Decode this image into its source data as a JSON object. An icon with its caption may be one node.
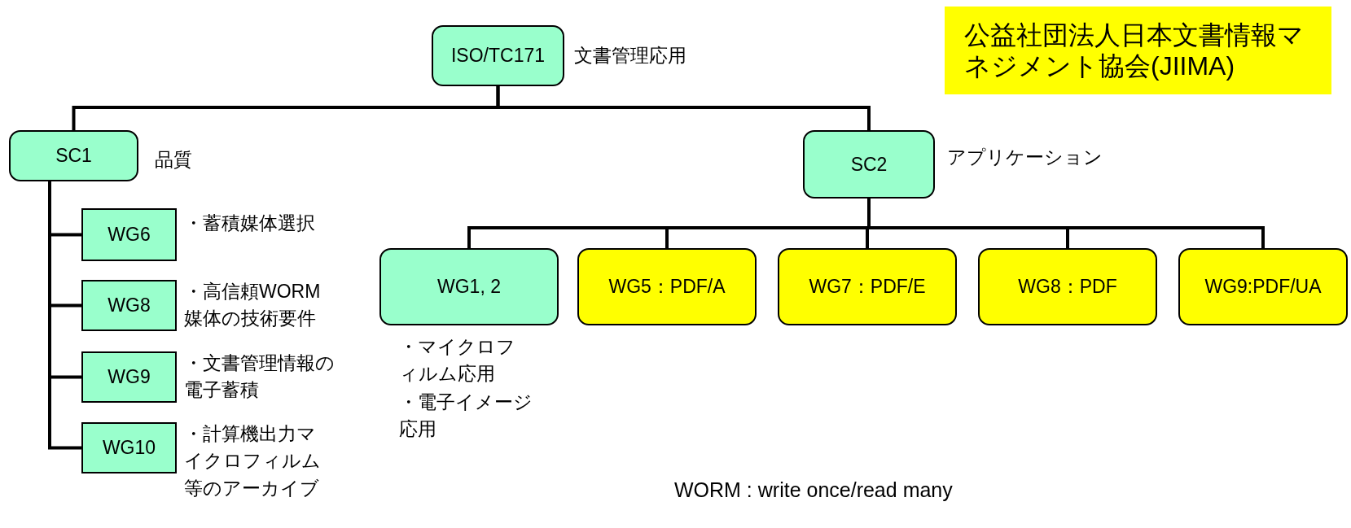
{
  "diagram": {
    "nodes": [
      {
        "text": [
          "ISO/TC171"
        ],
        "beside": [
          "文書管理応用"
        ]
      },
      {
        "text": [
          "公益社団法人日本文書情報マネジメント協会(JIIMA)"
        ]
      },
      {
        "text": [
          "SC1"
        ],
        "beside": [
          "品質"
        ]
      },
      {
        "text": [
          "SC2"
        ],
        "beside": [
          "アプリケーション"
        ]
      },
      {
        "text": [
          "WG6"
        ],
        "beside": [
          "・蓄積媒体選択"
        ]
      },
      {
        "text": [
          "WG8"
        ],
        "beside": [
          "・高信頼WORM媒体の技術要件"
        ]
      },
      {
        "text": [
          "WG9"
        ],
        "beside": [
          "・文書管理情報の電子蓄積"
        ]
      },
      {
        "text": [
          "WG10"
        ],
        "beside": [
          "・計算機出力マイクロフィルム等のアーカイブ"
        ]
      },
      {
        "text": [
          "WG1, 2"
        ],
        "beside": [
          "・マイクロフィルム応用",
          "・電子イメージ応用"
        ]
      },
      {
        "text": [
          "WG5：PDF/A"
        ]
      },
      {
        "text": [
          "WG7：PDF/E"
        ]
      },
      {
        "text": [
          "WG8：PDF"
        ]
      },
      {
        "text": [
          "WG9:PDF/UA"
        ]
      }
    ],
    "edges": [
      {
        "from": 0,
        "to": 2,
        "arrow": "none"
      },
      {
        "from": 0,
        "to": 3,
        "arrow": "none"
      },
      {
        "from": 2,
        "to": 4,
        "arrow": "none"
      },
      {
        "from": 2,
        "to": 5,
        "arrow": "none"
      },
      {
        "from": 2,
        "to": 6,
        "arrow": "none"
      },
      {
        "from": 2,
        "to": 7,
        "arrow": "none"
      },
      {
        "from": 3,
        "to": 8,
        "arrow": "none"
      },
      {
        "from": 3,
        "to": 9,
        "arrow": "none"
      },
      {
        "from": 3,
        "to": 10,
        "arrow": "none"
      },
      {
        "from": 3,
        "to": 11,
        "arrow": "none"
      },
      {
        "from": 3,
        "to": 12,
        "arrow": "none"
      }
    ],
    "labels": [
      "WORM : write once/read many"
    ]
  }
}
